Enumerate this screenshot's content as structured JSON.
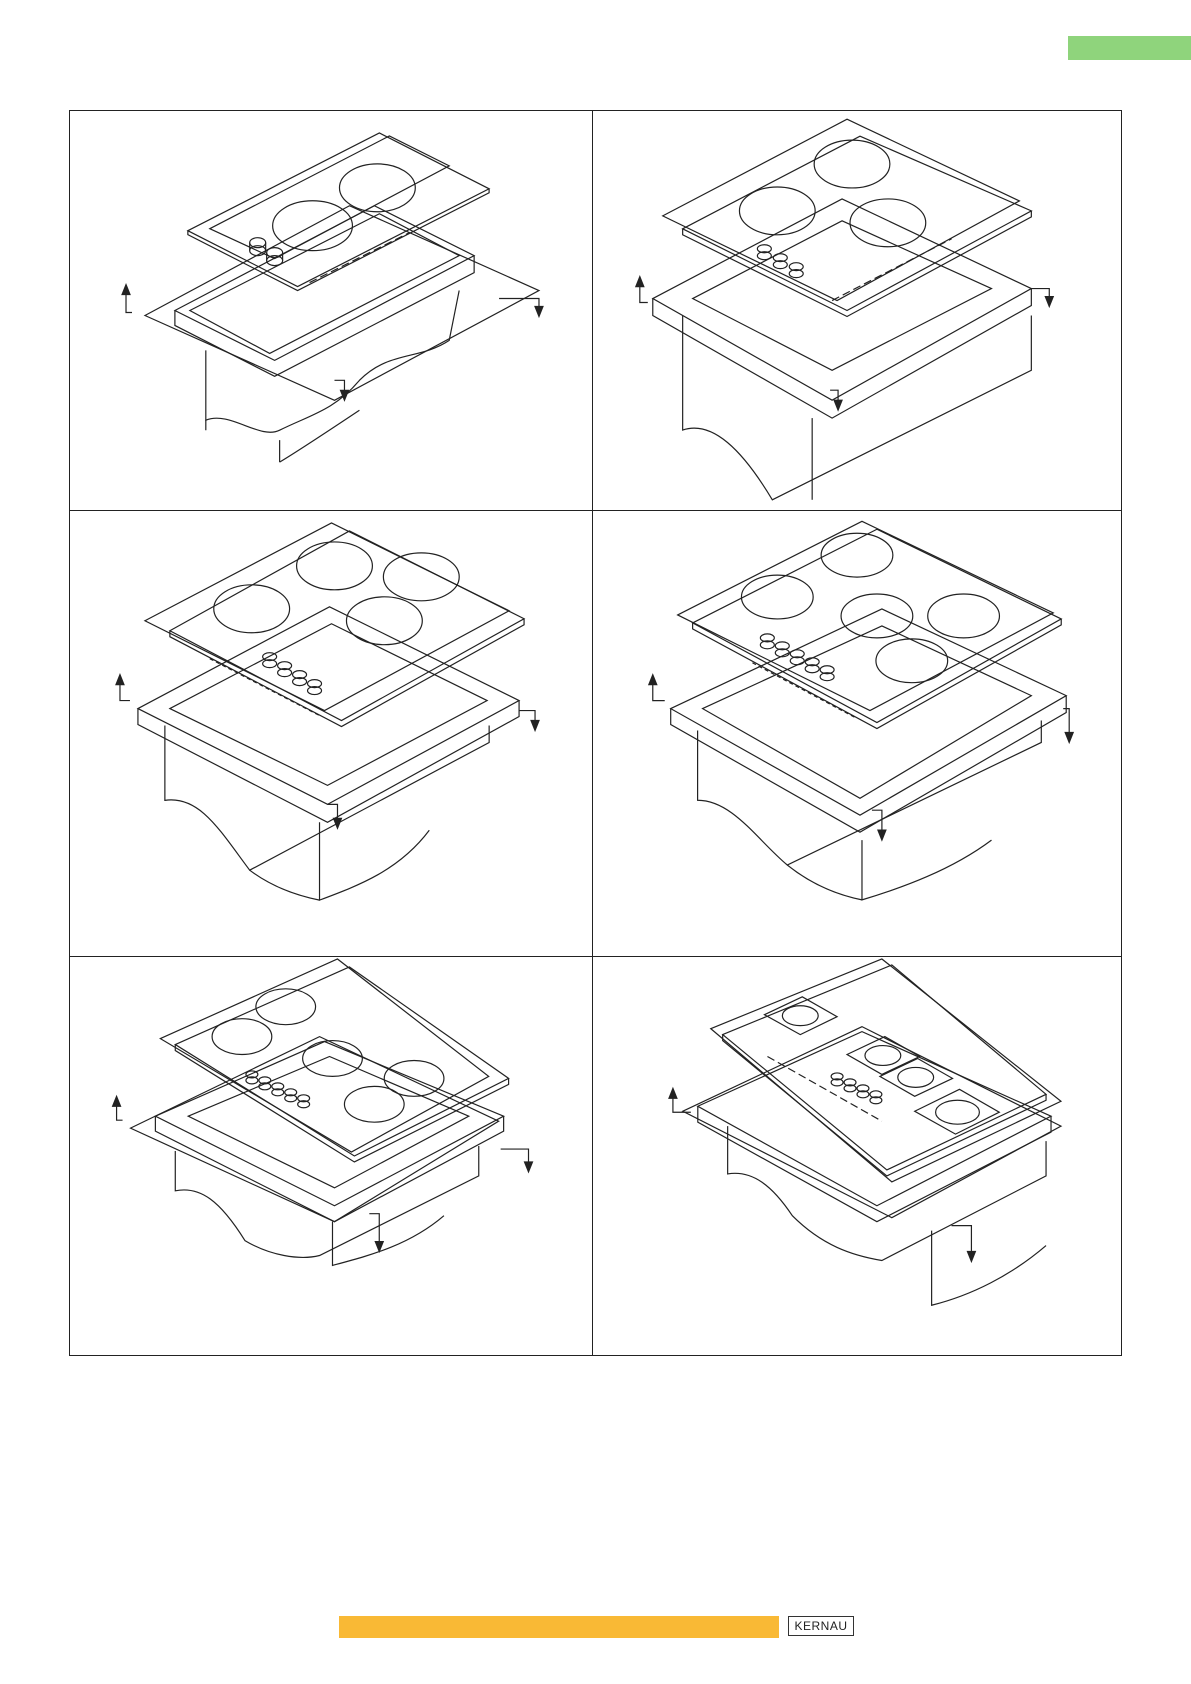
{
  "page": {
    "accent_tab_color": "#8fd47c",
    "footer_bar_color": "#f9b935",
    "brand": "KERNAU"
  },
  "figures": [
    {
      "hob": "2-zone",
      "zones": 2,
      "knobs": 2
    },
    {
      "hob": "3-zone",
      "zones": 3,
      "knobs": 3
    },
    {
      "hob": "4-zone",
      "zones": 4,
      "knobs": 4
    },
    {
      "hob": "5-zone",
      "zones": 5,
      "knobs": 5
    },
    {
      "hob": "5-zone-wide",
      "zones": 5,
      "knobs": 5
    },
    {
      "hob": "4-square-zone",
      "zones": 4,
      "knobs": 4
    }
  ]
}
